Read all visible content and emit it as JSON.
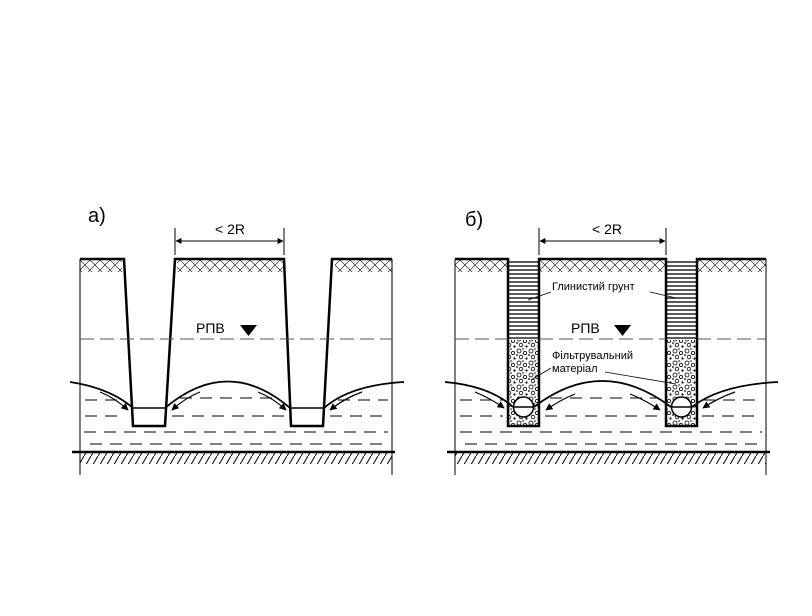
{
  "panel_a": {
    "label": "а)",
    "dimension": "< 2R",
    "water_level": "РПВ"
  },
  "panel_b": {
    "label": "б)",
    "dimension": "< 2R",
    "water_level": "РПВ",
    "clay_label": "Глинистий грунт",
    "filter_label_line1": "Фільтрувальний",
    "filter_label_line2": "матеріал"
  }
}
